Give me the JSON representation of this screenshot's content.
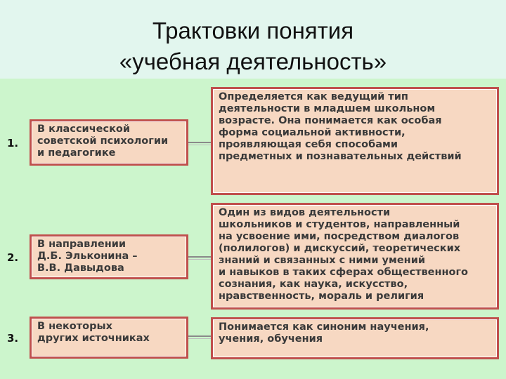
{
  "title": {
    "line1": "Трактовки понятия",
    "line2": "«учебная деятельность»"
  },
  "rows": [
    {
      "number": "1.",
      "left_text": "В классической\nсоветской психологии\nи педагогике",
      "right_text": "Определяется как ведущий тип\nдеятельности в младшем школьном\nвозрасте. Она понимается как особая\nформа социальной активности,\nпроявляющая себя способами\nпредметных и познавательных действий"
    },
    {
      "number": "2.",
      "left_text": "В направлении\nД.Б. Эльконина –\nВ.В. Давыдова",
      "right_text": "Один из видов деятельности\nшкольников и студентов, направленный\nна усвоение ими, посредством диалогов\n(полилогов) и дискуссий, теоретических\nзнаний и связанных с ними умений\nи навыков в таких сферах общественного\nсознания, как наука, искусство,\nнравственность, мораль и религия"
    },
    {
      "number": "3.",
      "left_text": "В некоторых\nдругих источниках",
      "right_text": "Понимается как синоним научения,\nучения, обучения"
    }
  ],
  "colors": {
    "background": "#ccf5cc",
    "title_band": "#e2f6ee",
    "box_fill": "#f7d8c2",
    "box_border": "#c0504d",
    "box_text": "#3a3a3a"
  }
}
